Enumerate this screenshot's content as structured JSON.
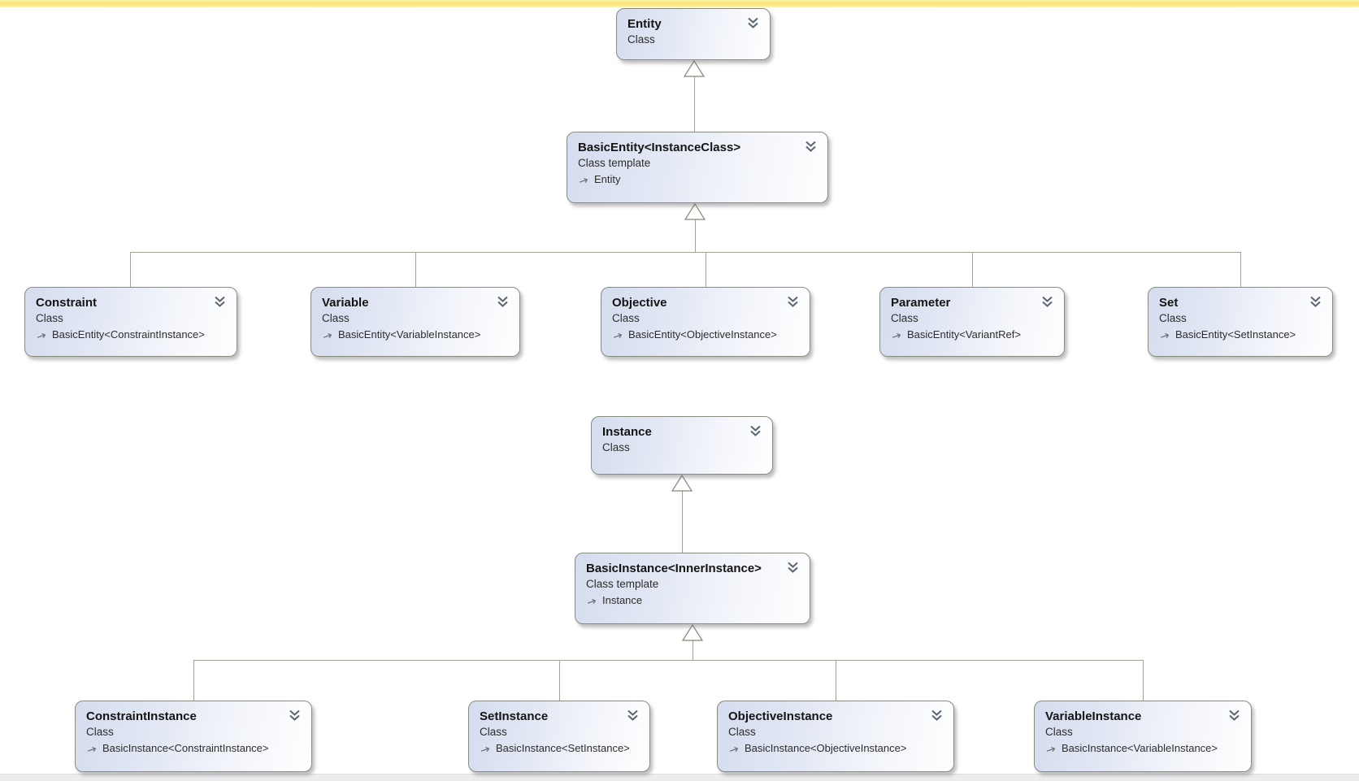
{
  "app": {
    "surface": "class-diagram-canvas",
    "notification_bar_color": "#f9e478",
    "scrollbar_color": "#ececee"
  },
  "diagram": {
    "colors": {
      "node_fill_start": "#d4dcee",
      "node_fill_end": "#ffffff",
      "node_border": "#8a8b80",
      "connector": "#a5a199",
      "chevron": "#5a6472",
      "title_text": "#141414",
      "body_text": "#2d2d2d"
    },
    "icons": {
      "collapse": "chevron-double-down-icon",
      "inherits": "inherits-arrow-icon"
    },
    "nodes": [
      {
        "id": "entity",
        "title": "Entity",
        "kind": "Class"
      },
      {
        "id": "basic-entity",
        "title": "BasicEntity<InstanceClass>",
        "kind": "Class template",
        "base": "Entity"
      },
      {
        "id": "constraint",
        "title": "Constraint",
        "kind": "Class",
        "base": "BasicEntity<ConstraintInstance>"
      },
      {
        "id": "variable",
        "title": "Variable",
        "kind": "Class",
        "base": "BasicEntity<VariableInstance>"
      },
      {
        "id": "objective",
        "title": "Objective",
        "kind": "Class",
        "base": "BasicEntity<ObjectiveInstance>"
      },
      {
        "id": "parameter",
        "title": "Parameter",
        "kind": "Class",
        "base": "BasicEntity<VariantRef>"
      },
      {
        "id": "set",
        "title": "Set",
        "kind": "Class",
        "base": "BasicEntity<SetInstance>"
      },
      {
        "id": "instance",
        "title": "Instance",
        "kind": "Class"
      },
      {
        "id": "basic-instance",
        "title": "BasicInstance<InnerInstance>",
        "kind": "Class template",
        "base": "Instance"
      },
      {
        "id": "constraint-instance",
        "title": "ConstraintInstance",
        "kind": "Class",
        "base": "BasicInstance<ConstraintInstance>"
      },
      {
        "id": "set-instance",
        "title": "SetInstance",
        "kind": "Class",
        "base": "BasicInstance<SetInstance>"
      },
      {
        "id": "objective-instance",
        "title": "ObjectiveInstance",
        "kind": "Class",
        "base": "BasicInstance<ObjectiveInstance>"
      },
      {
        "id": "variable-instance",
        "title": "VariableInstance",
        "kind": "Class",
        "base": "BasicInstance<VariableInstance>"
      }
    ]
  }
}
